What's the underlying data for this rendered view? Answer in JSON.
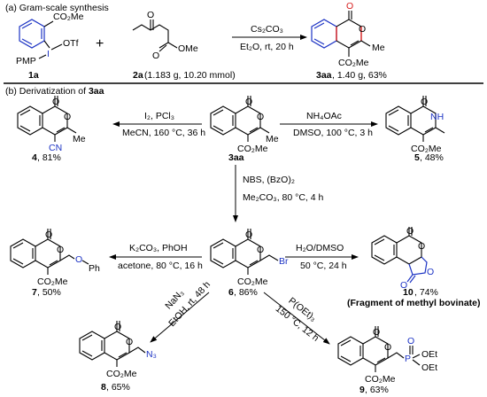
{
  "section_a": {
    "title": "(a) Gram-scale synthesis",
    "reagent_1a": {
      "label": "1a",
      "co2me": "CO₂Me",
      "otf": "OTf",
      "pmp": "PMP",
      "iodine": "I"
    },
    "plus": "+",
    "reagent_2a": {
      "label": "2a",
      "amount": "(1.183 g, 10.20 mmol)",
      "ome": "OMe",
      "o1": "O",
      "o2": "O"
    },
    "conditions_top": "Cs₂CO₃",
    "conditions_bottom": "Et₂O, rt, 20 h",
    "product": {
      "label": "3aa",
      "yield": ", 1.40 g, 63%",
      "o": "O",
      "me": "Me",
      "co2me": "CO₂Me"
    }
  },
  "section_b": {
    "title_prefix": "(b) Derivatization of ",
    "title_compound": "3aa",
    "center": {
      "label": "3aa",
      "o": "O",
      "me": "Me",
      "co2me": "CO₂Me"
    },
    "left_rxn": {
      "top": "I₂, PCl₃",
      "bottom": "MeCN, 160 °C, 36 h",
      "product_label": "4",
      "yield": ", 81%",
      "cn": "CN",
      "me": "Me"
    },
    "right_rxn": {
      "top": "NH₄OAc",
      "bottom": "DMSO, 100 °C, 3 h",
      "product_label": "5",
      "yield": ", 48%",
      "nh": "NH",
      "co2me": "CO₂Me"
    },
    "down_rxn": {
      "top": "NBS, (BzO)₂",
      "bottom": "Me₂CO₃, 80 °C, 4 h"
    },
    "compound_6": {
      "label": "6",
      "yield": ", 86%",
      "br": "Br",
      "co2me": "CO₂Me"
    },
    "rxn_7": {
      "top": "K₂CO₃, PhOH",
      "bottom": "acetone, 80 °C, 16 h",
      "label": "7",
      "yield": ", 50%",
      "o": "O",
      "ph": "Ph",
      "co2me": "CO₂Me"
    },
    "rxn_10": {
      "top": "H₂O/DMSO",
      "bottom": "50 °C, 24 h",
      "label": "10",
      "yield": ", 74%",
      "note": "(Fragment of methyl bovinate)"
    },
    "rxn_8": {
      "top": "NaN₃",
      "bottom": "EtOH, rt, 48 h",
      "label": "8",
      "yield": ", 65%",
      "n3": "N₃",
      "co2me": "CO₂Me"
    },
    "rxn_9": {
      "top": "P(OEt)₃",
      "bottom": "150 °C, 12 h",
      "label": "9",
      "yield": ", 63%",
      "oet": "OEt",
      "p": "P",
      "co2me": "CO₂Me"
    }
  }
}
